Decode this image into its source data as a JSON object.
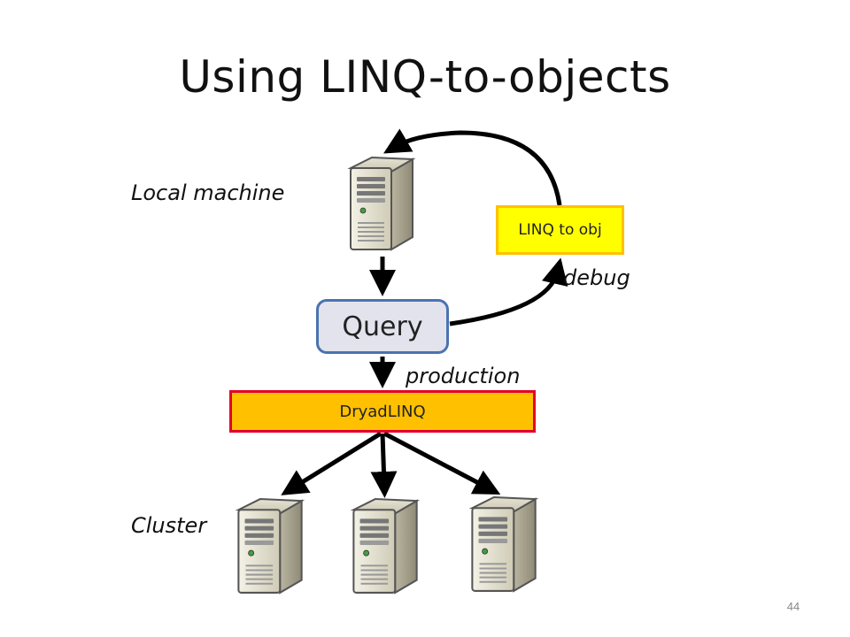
{
  "slide": {
    "title": "Using LINQ-to-objects",
    "page_number": "44"
  },
  "labels": {
    "local_machine": "Local machine",
    "cluster": "Cluster",
    "debug": "debug",
    "production": "production"
  },
  "boxes": {
    "query": "Query",
    "linq_to_obj": "LINQ to obj",
    "dryadlinq": "DryadLINQ"
  },
  "colors": {
    "query_fill": "#e3e3ee",
    "query_border": "#4a73b0",
    "linq_fill": "#ffff00",
    "linq_border": "#ffc000",
    "dryad_fill": "#ffc000",
    "dryad_border": "#e1002a",
    "arrow": "#000000"
  },
  "icons": {
    "local_server": "server-icon",
    "cluster_servers": [
      "server-icon",
      "server-icon",
      "server-icon"
    ]
  }
}
